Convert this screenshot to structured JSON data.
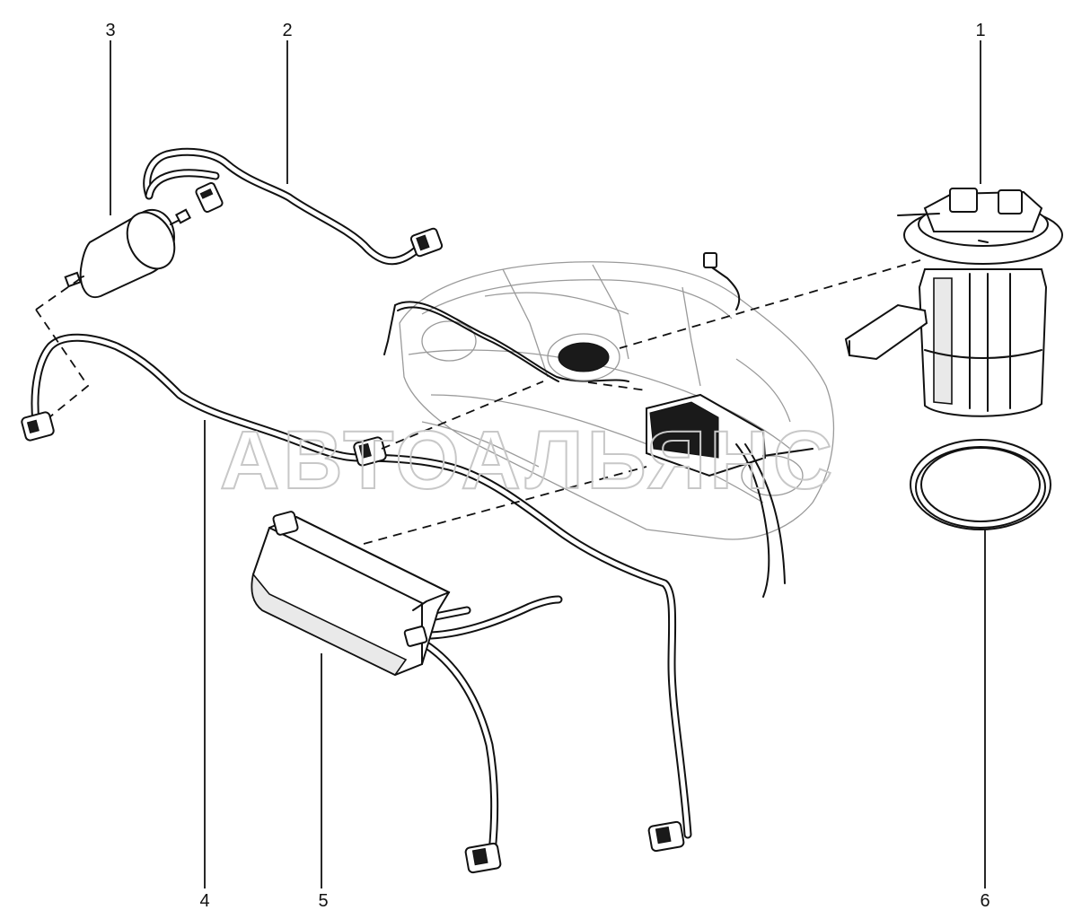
{
  "watermark": "АВТОАЛЬЯНС",
  "callouts": [
    "1",
    "2",
    "3",
    "4",
    "5",
    "6"
  ]
}
